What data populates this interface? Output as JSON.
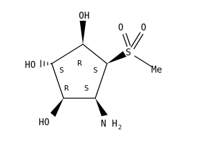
{
  "molecule": {
    "atoms": {
      "oh_top": "OH",
      "oh_left": "HO",
      "oh_bottom": "HO",
      "sulfur": "S",
      "oxygen_1": "O",
      "oxygen_2": "O",
      "methyl": "Me",
      "amino_n": "N",
      "amino_h": "H",
      "amino_sub": "2"
    },
    "stereo_labels": {
      "c_top": "R",
      "c_left": "S",
      "c_right": "S",
      "c_bottom_left": "R",
      "c_bottom_right": "S"
    }
  }
}
